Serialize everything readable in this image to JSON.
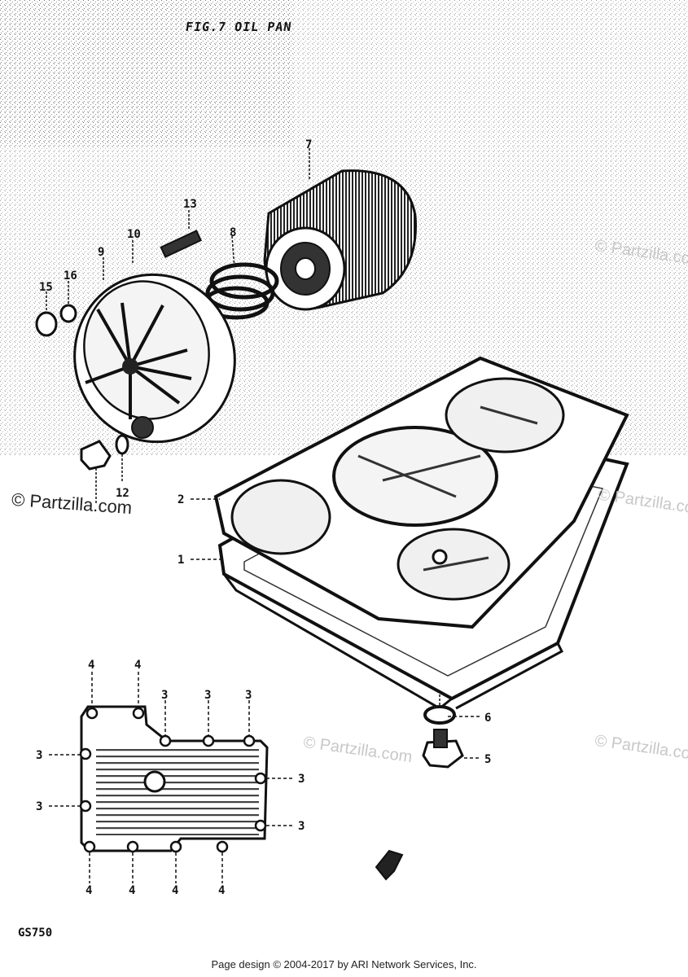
{
  "title": "FIG.7 OIL PAN",
  "model_code": "GS750",
  "footer": "Page design © 2004-2017 by ARI Network Services, Inc.",
  "watermark": "© Partzilla.com",
  "watermark_faint": "© Partzilla.com",
  "callouts": {
    "c1": "1",
    "c2": "2",
    "c3": "3",
    "c4": "4",
    "c5": "5",
    "c6": "6",
    "c7": "7",
    "c8": "8",
    "c9": "9",
    "c10": "10",
    "c12": "12",
    "c13": "13",
    "c15": "15",
    "c16": "16"
  }
}
